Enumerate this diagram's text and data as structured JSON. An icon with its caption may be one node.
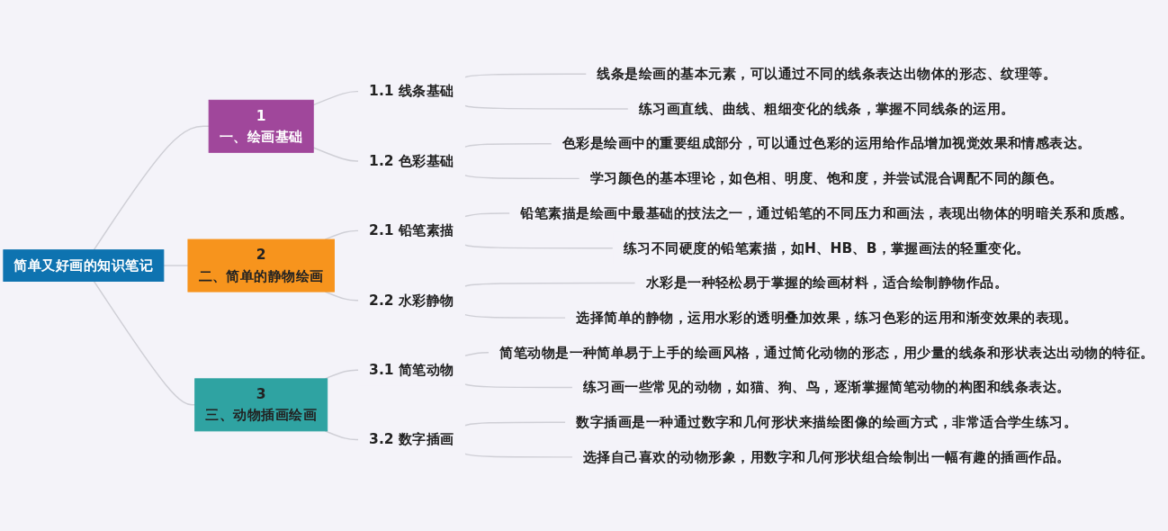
{
  "diagram": {
    "nodes": [
      {
        "text": [
          "简单又好画的知识笔记"
        ]
      },
      {
        "text": [
          "1",
          "一、绘画基础"
        ]
      },
      {
        "text": [
          "1.1 线条基础"
        ]
      },
      {
        "text": [
          "线条是绘画的基本元素，可以通过不同的线条表达出物体的形态、纹理等。"
        ]
      },
      {
        "text": [
          "练习画直线、曲线、粗细变化的线条，掌握不同线条的运用。"
        ]
      },
      {
        "text": [
          "1.2 色彩基础"
        ]
      },
      {
        "text": [
          "色彩是绘画中的重要组成部分，可以通过色彩的运用给作品增加视觉效果和情感表达。"
        ]
      },
      {
        "text": [
          "学习颜色的基本理论，如色相、明度、饱和度，并尝试混合调配不同的颜色。"
        ]
      },
      {
        "text": [
          "2",
          "二、简单的静物绘画"
        ]
      },
      {
        "text": [
          "2.1 铅笔素描"
        ]
      },
      {
        "text": [
          "铅笔素描是绘画中最基础的技法之一，通过铅笔的不同压力和画法，表现出物体的明暗关系和质感。"
        ]
      },
      {
        "text": [
          "练习不同硬度的铅笔素描，如H、HB、B，掌握画法的轻重变化。"
        ]
      },
      {
        "text": [
          "2.2 水彩静物"
        ]
      },
      {
        "text": [
          "水彩是一种轻松易于掌握的绘画材料，适合绘制静物作品。"
        ]
      },
      {
        "text": [
          "选择简单的静物，运用水彩的透明叠加效果，练习色彩的运用和渐变效果的表现。"
        ]
      },
      {
        "text": [
          "3",
          "三、动物插画绘画"
        ]
      },
      {
        "text": [
          "3.1 简笔动物"
        ]
      },
      {
        "text": [
          "简笔动物是一种简单易于上手的绘画风格，通过简化动物的形态，用少量的线条和形状表达出动物的特征。"
        ]
      },
      {
        "text": [
          "练习画一些常见的动物，如猫、狗、鸟，逐渐掌握简笔动物的构图和线条表达。"
        ]
      },
      {
        "text": [
          "3.2 数字插画"
        ]
      },
      {
        "text": [
          "数字插画是一种通过数字和几何形状来描绘图像的绘画方式，非常适合学生练习。"
        ]
      },
      {
        "text": [
          "选择自己喜欢的动物形象，用数字和几何形状组合绘制出一幅有趣的插画作品。"
        ]
      }
    ],
    "edges": [
      {
        "from": 0,
        "to": 1,
        "arrow": "none"
      },
      {
        "from": 1,
        "to": 2,
        "arrow": "none"
      },
      {
        "from": 2,
        "to": 3,
        "arrow": "none"
      },
      {
        "from": 2,
        "to": 4,
        "arrow": "none"
      },
      {
        "from": 1,
        "to": 5,
        "arrow": "none"
      },
      {
        "from": 5,
        "to": 6,
        "arrow": "none"
      },
      {
        "from": 5,
        "to": 7,
        "arrow": "none"
      },
      {
        "from": 0,
        "to": 8,
        "arrow": "none"
      },
      {
        "from": 8,
        "to": 9,
        "arrow": "none"
      },
      {
        "from": 9,
        "to": 10,
        "arrow": "none"
      },
      {
        "from": 9,
        "to": 11,
        "arrow": "none"
      },
      {
        "from": 8,
        "to": 12,
        "arrow": "none"
      },
      {
        "from": 12,
        "to": 13,
        "arrow": "none"
      },
      {
        "from": 12,
        "to": 14,
        "arrow": "none"
      },
      {
        "from": 0,
        "to": 15,
        "arrow": "none"
      },
      {
        "from": 15,
        "to": 16,
        "arrow": "none"
      },
      {
        "from": 16,
        "to": 17,
        "arrow": "none"
      },
      {
        "from": 16,
        "to": 18,
        "arrow": "none"
      },
      {
        "from": 15,
        "to": 19,
        "arrow": "none"
      },
      {
        "from": 19,
        "to": 20,
        "arrow": "none"
      },
      {
        "from": 19,
        "to": 21,
        "arrow": "none"
      }
    ]
  }
}
